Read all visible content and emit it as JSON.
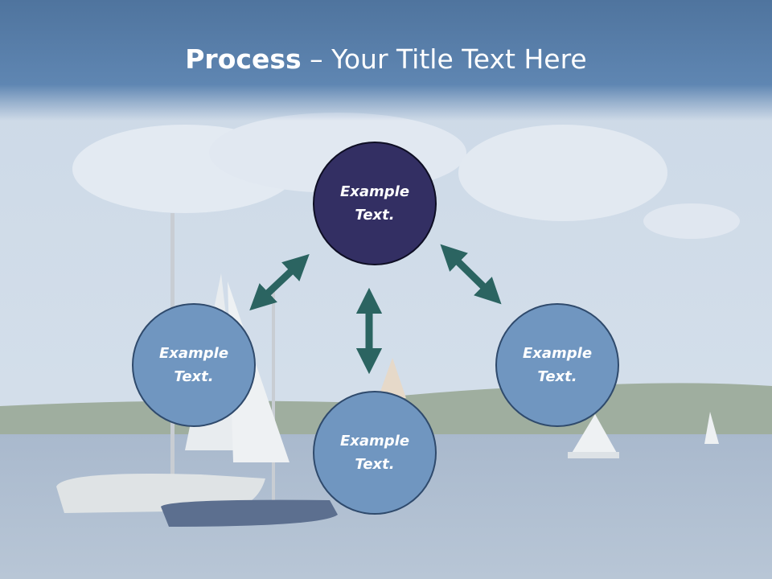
{
  "title": {
    "bold": "Process",
    "rest": " – Your Title Text Here"
  },
  "nodes": {
    "top": "Example Text.",
    "left": "Example Text.",
    "bottom": "Example Text.",
    "right": "Example Text."
  },
  "colors": {
    "title_bar": "#5a80ac",
    "node_primary": "#332f63",
    "node_secondary": "#7096c0",
    "arrow": "#2b6461"
  }
}
